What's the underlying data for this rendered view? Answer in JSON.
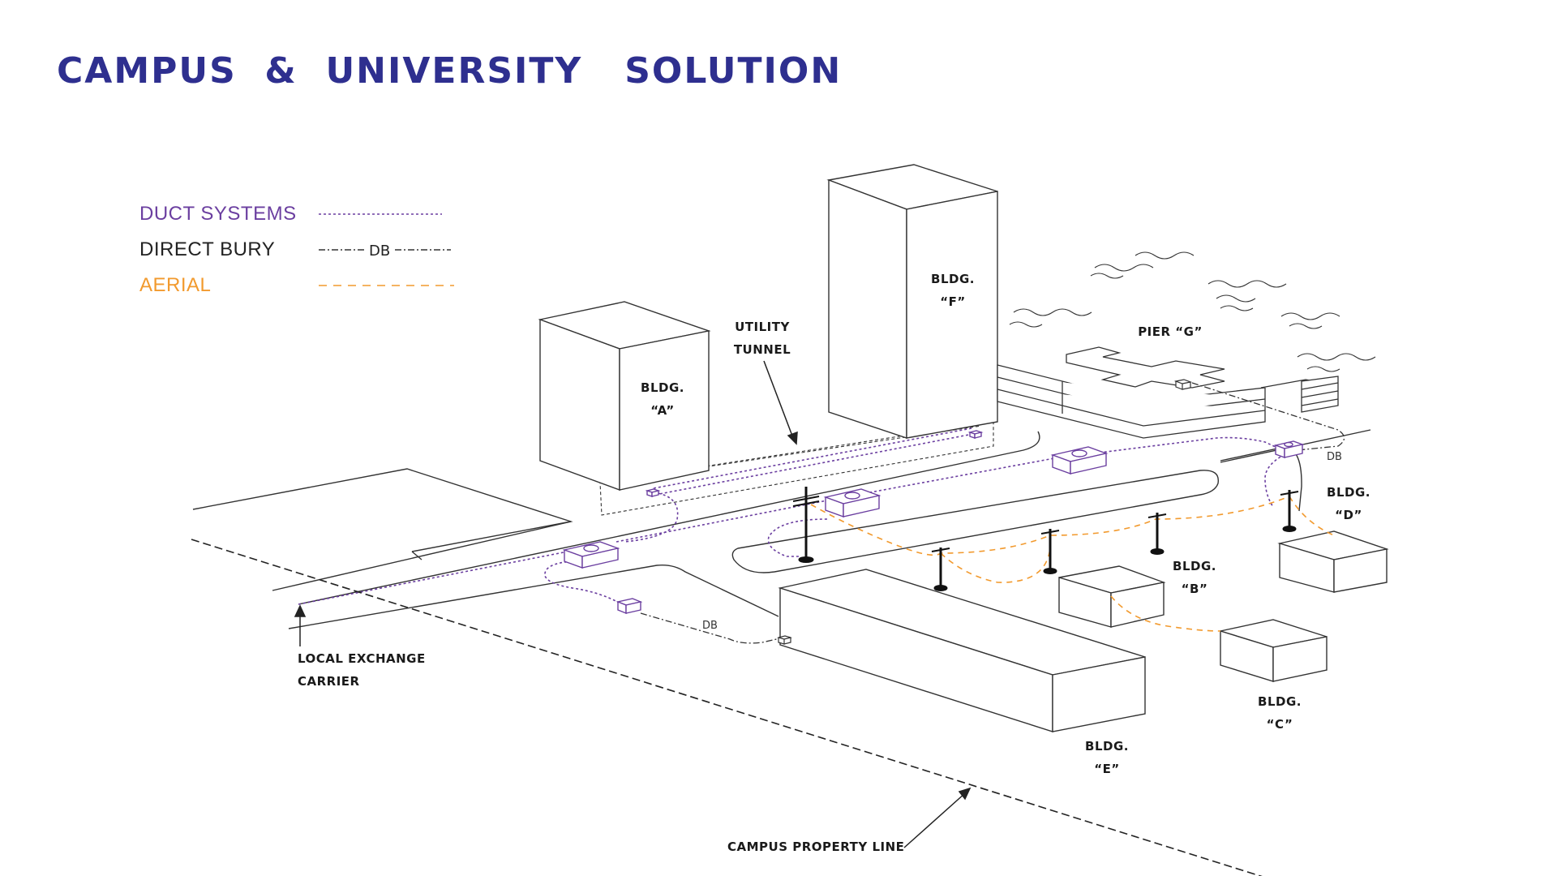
{
  "title": "CAMPUS  &  UNIVERSITY   SOLUTION",
  "colors": {
    "title": "#2e2f8f",
    "duct": "#6b3fa0",
    "direct_bury": "#333333",
    "aerial": "#f29a2e",
    "lines": "#333333"
  },
  "legend": {
    "duct": {
      "label": "DUCT SYSTEMS"
    },
    "direct_bury": {
      "label": "DIRECT BURY",
      "marker": "DB"
    },
    "aerial": {
      "label": "AERIAL"
    }
  },
  "labels": {
    "bldg_a": [
      "BLDG.",
      "“A”"
    ],
    "bldg_b": [
      "BLDG.",
      "“B”"
    ],
    "bldg_c": [
      "BLDG.",
      "“C”"
    ],
    "bldg_d": [
      "BLDG.",
      "“D”"
    ],
    "bldg_e": [
      "BLDG.",
      "“E”"
    ],
    "bldg_f": [
      "BLDG.",
      "“F”"
    ],
    "pier_g": "PIER “G”",
    "utility_tunnel": [
      "UTILITY",
      "TUNNEL"
    ],
    "local_exchange": [
      "LOCAL EXCHANGE",
      "CARRIER"
    ],
    "property_line": "CAMPUS PROPERTY LINE",
    "db_marker_1": "DB",
    "db_marker_2": "DB"
  }
}
